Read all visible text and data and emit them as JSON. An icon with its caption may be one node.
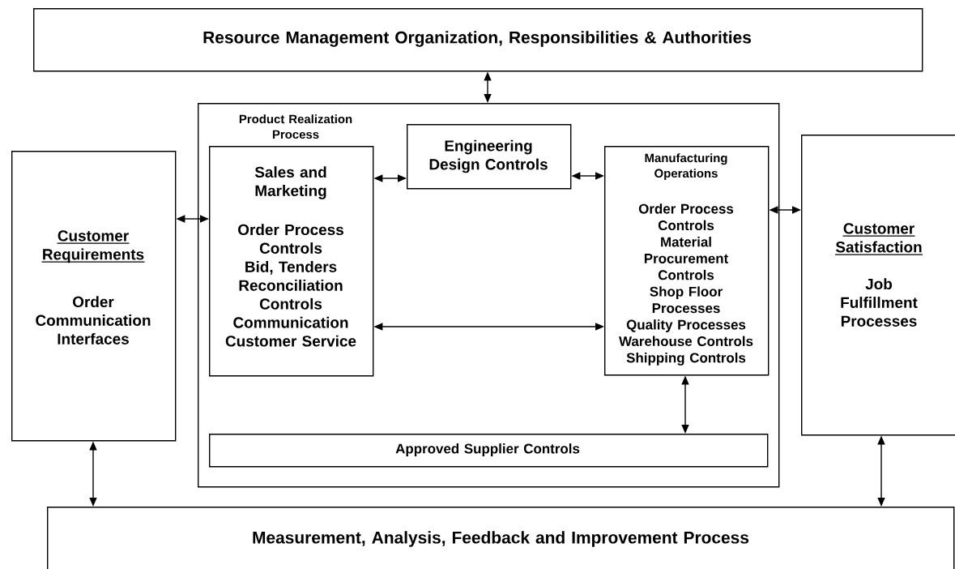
{
  "diagram": {
    "nodes": [
      {
        "text": [
          "Resource Management Organization, Responsibilities & Authorities"
        ]
      },
      {
        "text": [
          "Product Realization Process"
        ]
      },
      {
        "text": [
          "Customer Requirements",
          "Order Communication Interfaces"
        ]
      },
      {
        "text": [
          "Sales and Marketing",
          "Order Process Controls",
          "Bid, Tenders",
          "Reconciliation Controls",
          "Communication",
          "Customer Service"
        ],
        "in": 1
      },
      {
        "text": [
          "Engineering Design Controls"
        ],
        "in": 1
      },
      {
        "text": [
          "Manufacturing Operations",
          "Order Process Controls",
          "Material Procurement Controls",
          "Shop Floor Processes",
          "Quality Processes",
          "Warehouse Controls",
          "Shipping Controls"
        ],
        "in": 1
      },
      {
        "text": [
          "Customer Satisfaction",
          "Job Fulfillment Processes"
        ]
      },
      {
        "text": [
          "Approved Supplier Controls"
        ],
        "in": 1
      },
      {
        "text": [
          "Measurement, Analysis, Feedback and Improvement Process"
        ]
      }
    ],
    "edges": [
      {
        "from": 0,
        "to": 1,
        "arrow": "both"
      },
      {
        "from": 2,
        "to": 3,
        "arrow": "both"
      },
      {
        "from": 3,
        "to": 4,
        "arrow": "both"
      },
      {
        "from": 4,
        "to": 5,
        "arrow": "both"
      },
      {
        "from": 5,
        "to": 6,
        "arrow": "both"
      },
      {
        "from": 3,
        "to": 5,
        "arrow": "both"
      },
      {
        "from": 5,
        "to": 7,
        "arrow": "both"
      },
      {
        "from": 2,
        "to": 8,
        "arrow": "both"
      },
      {
        "from": 6,
        "to": 8,
        "arrow": "both"
      }
    ]
  }
}
